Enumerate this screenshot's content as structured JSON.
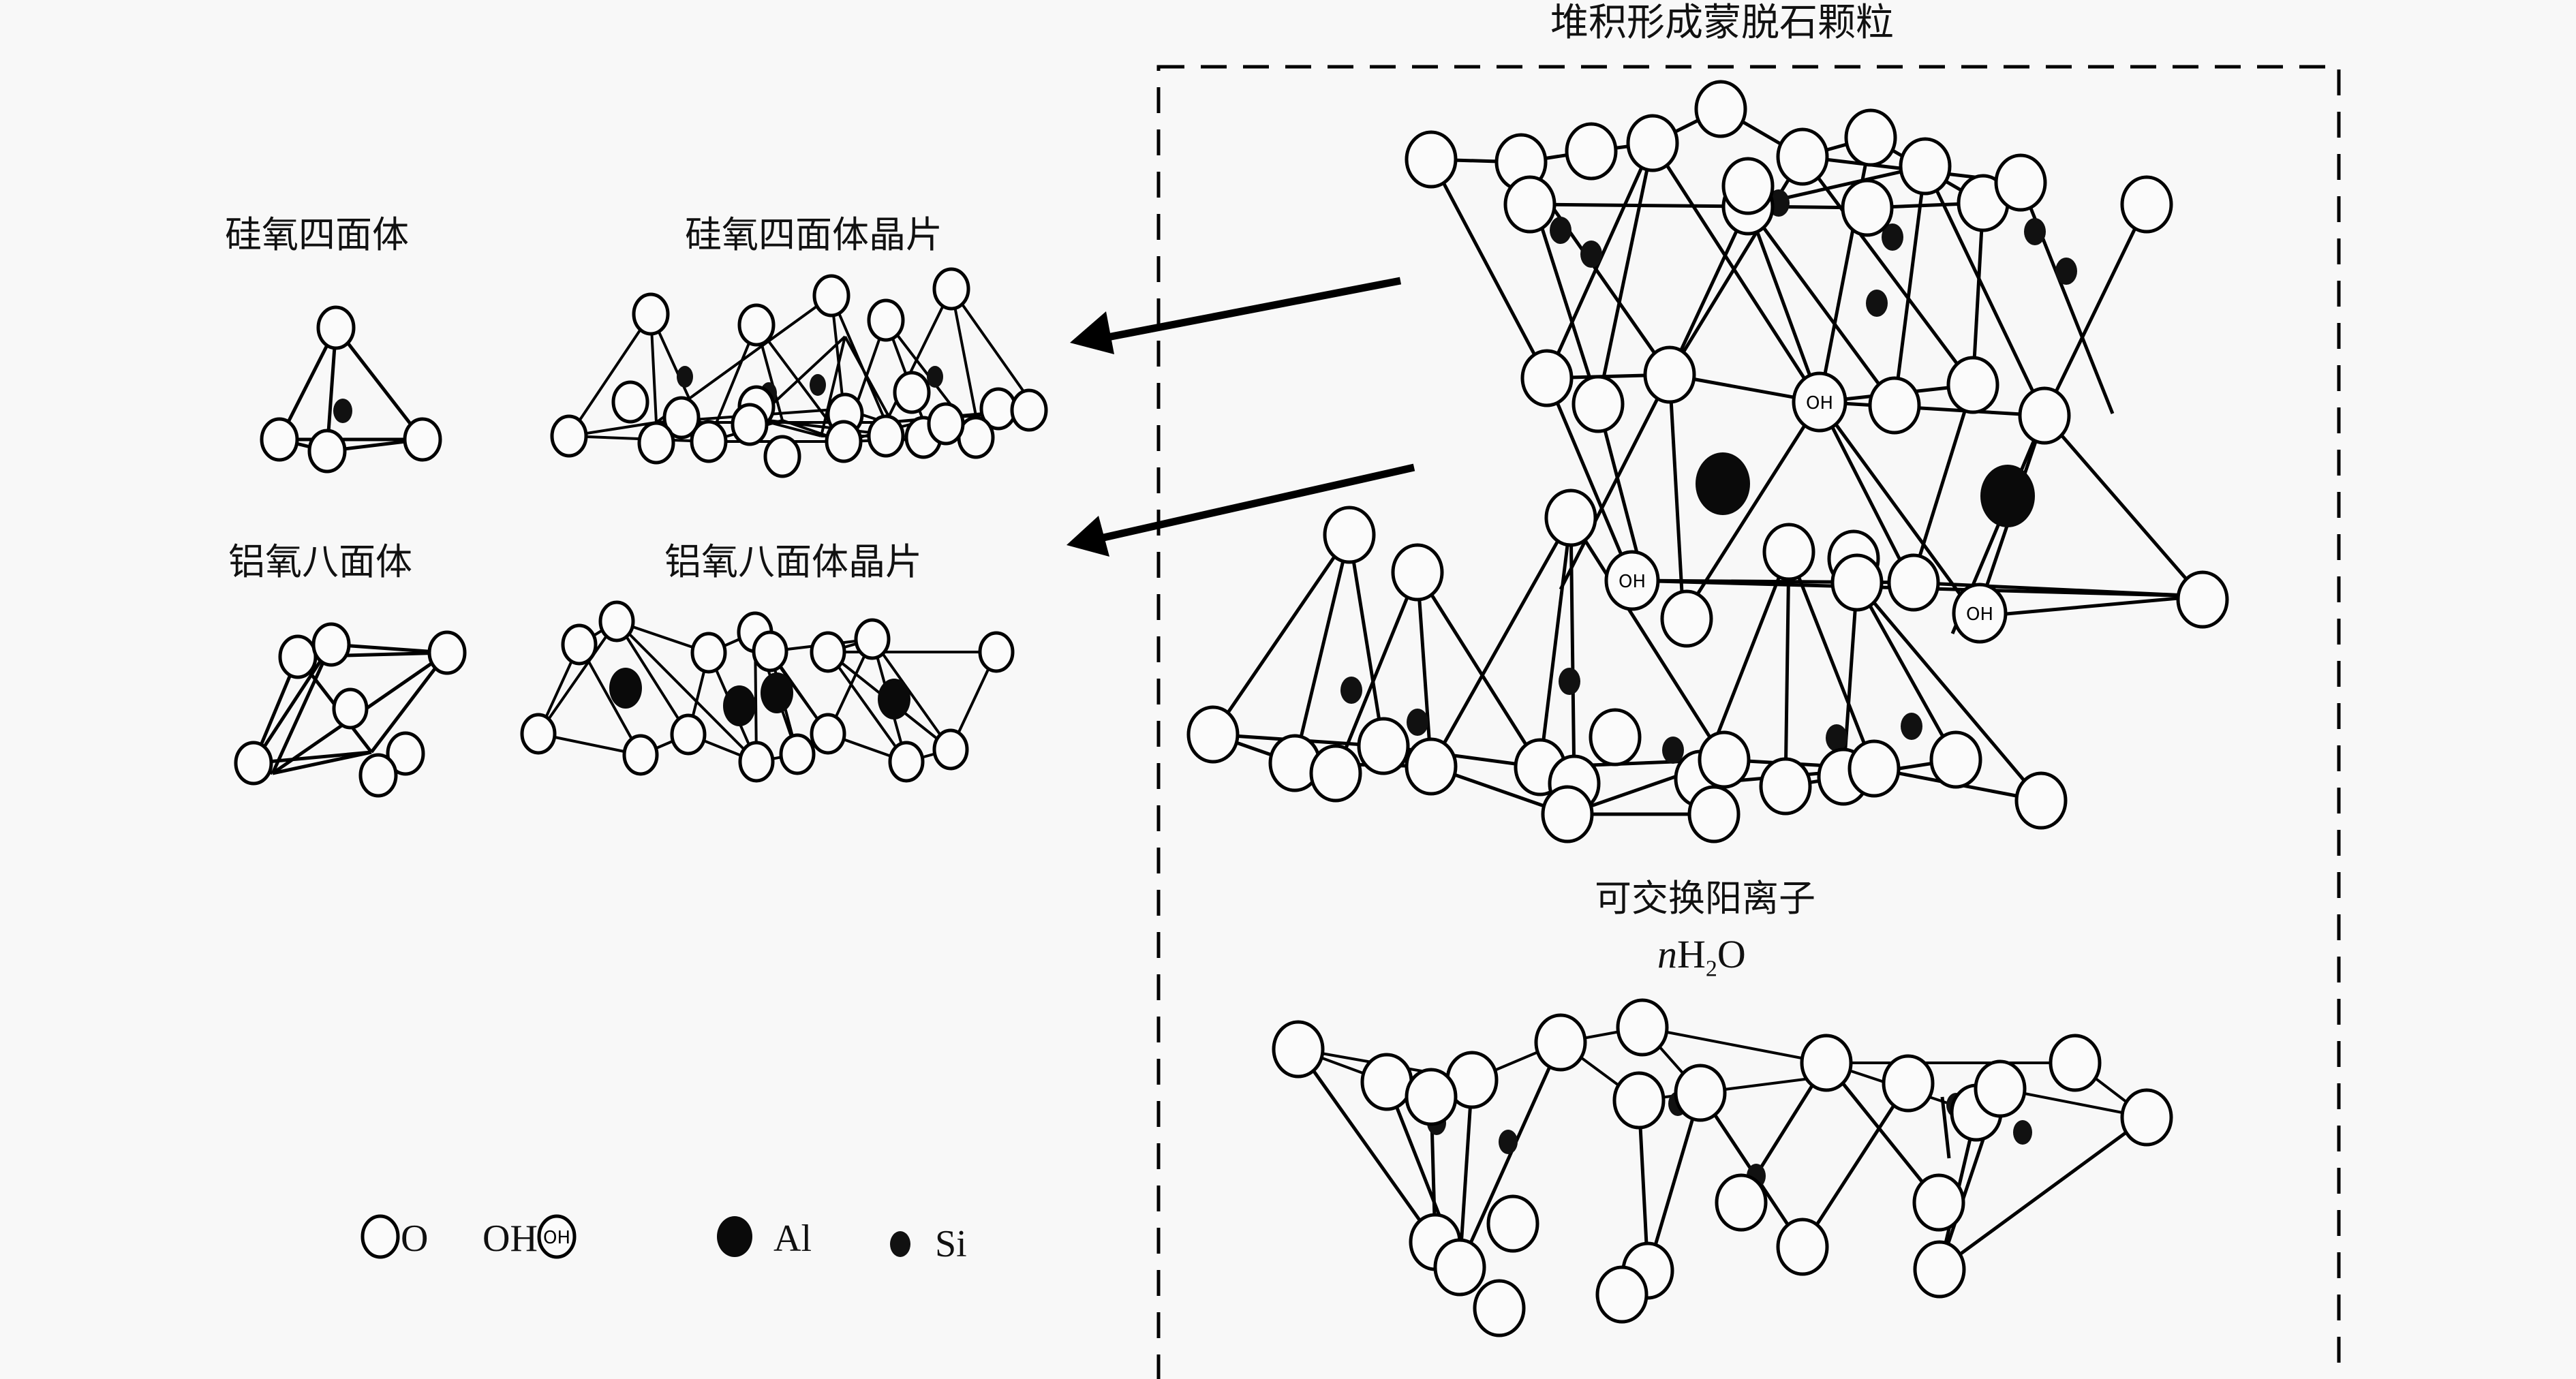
{
  "title": "堆积形成蒙脱石颗粒",
  "labels": {
    "si_tetrahedron": "硅氧四面体",
    "si_sheet": "硅氧四面体晶片",
    "al_octahedron": "铝氧八面体",
    "al_sheet": "铝氧八面体晶片",
    "exchangeable_cations": "可交换阳离子",
    "water_n": "n",
    "water_h": "H",
    "water_sub": "2",
    "water_o": "O"
  },
  "oh_atom_label": "OH",
  "legend": [
    {
      "symbol": "oxygen-atom",
      "label": "O"
    },
    {
      "symbol": "hydroxyl-atom",
      "label": "OH",
      "glyph": "OH"
    },
    {
      "symbol": "aluminum-atom",
      "label": "Al"
    },
    {
      "symbol": "silicon-atom",
      "label": "Si"
    }
  ],
  "colors": {
    "background": "#f8f8f8",
    "ink": "#000000",
    "atom_fill": "#fbfbfb"
  }
}
